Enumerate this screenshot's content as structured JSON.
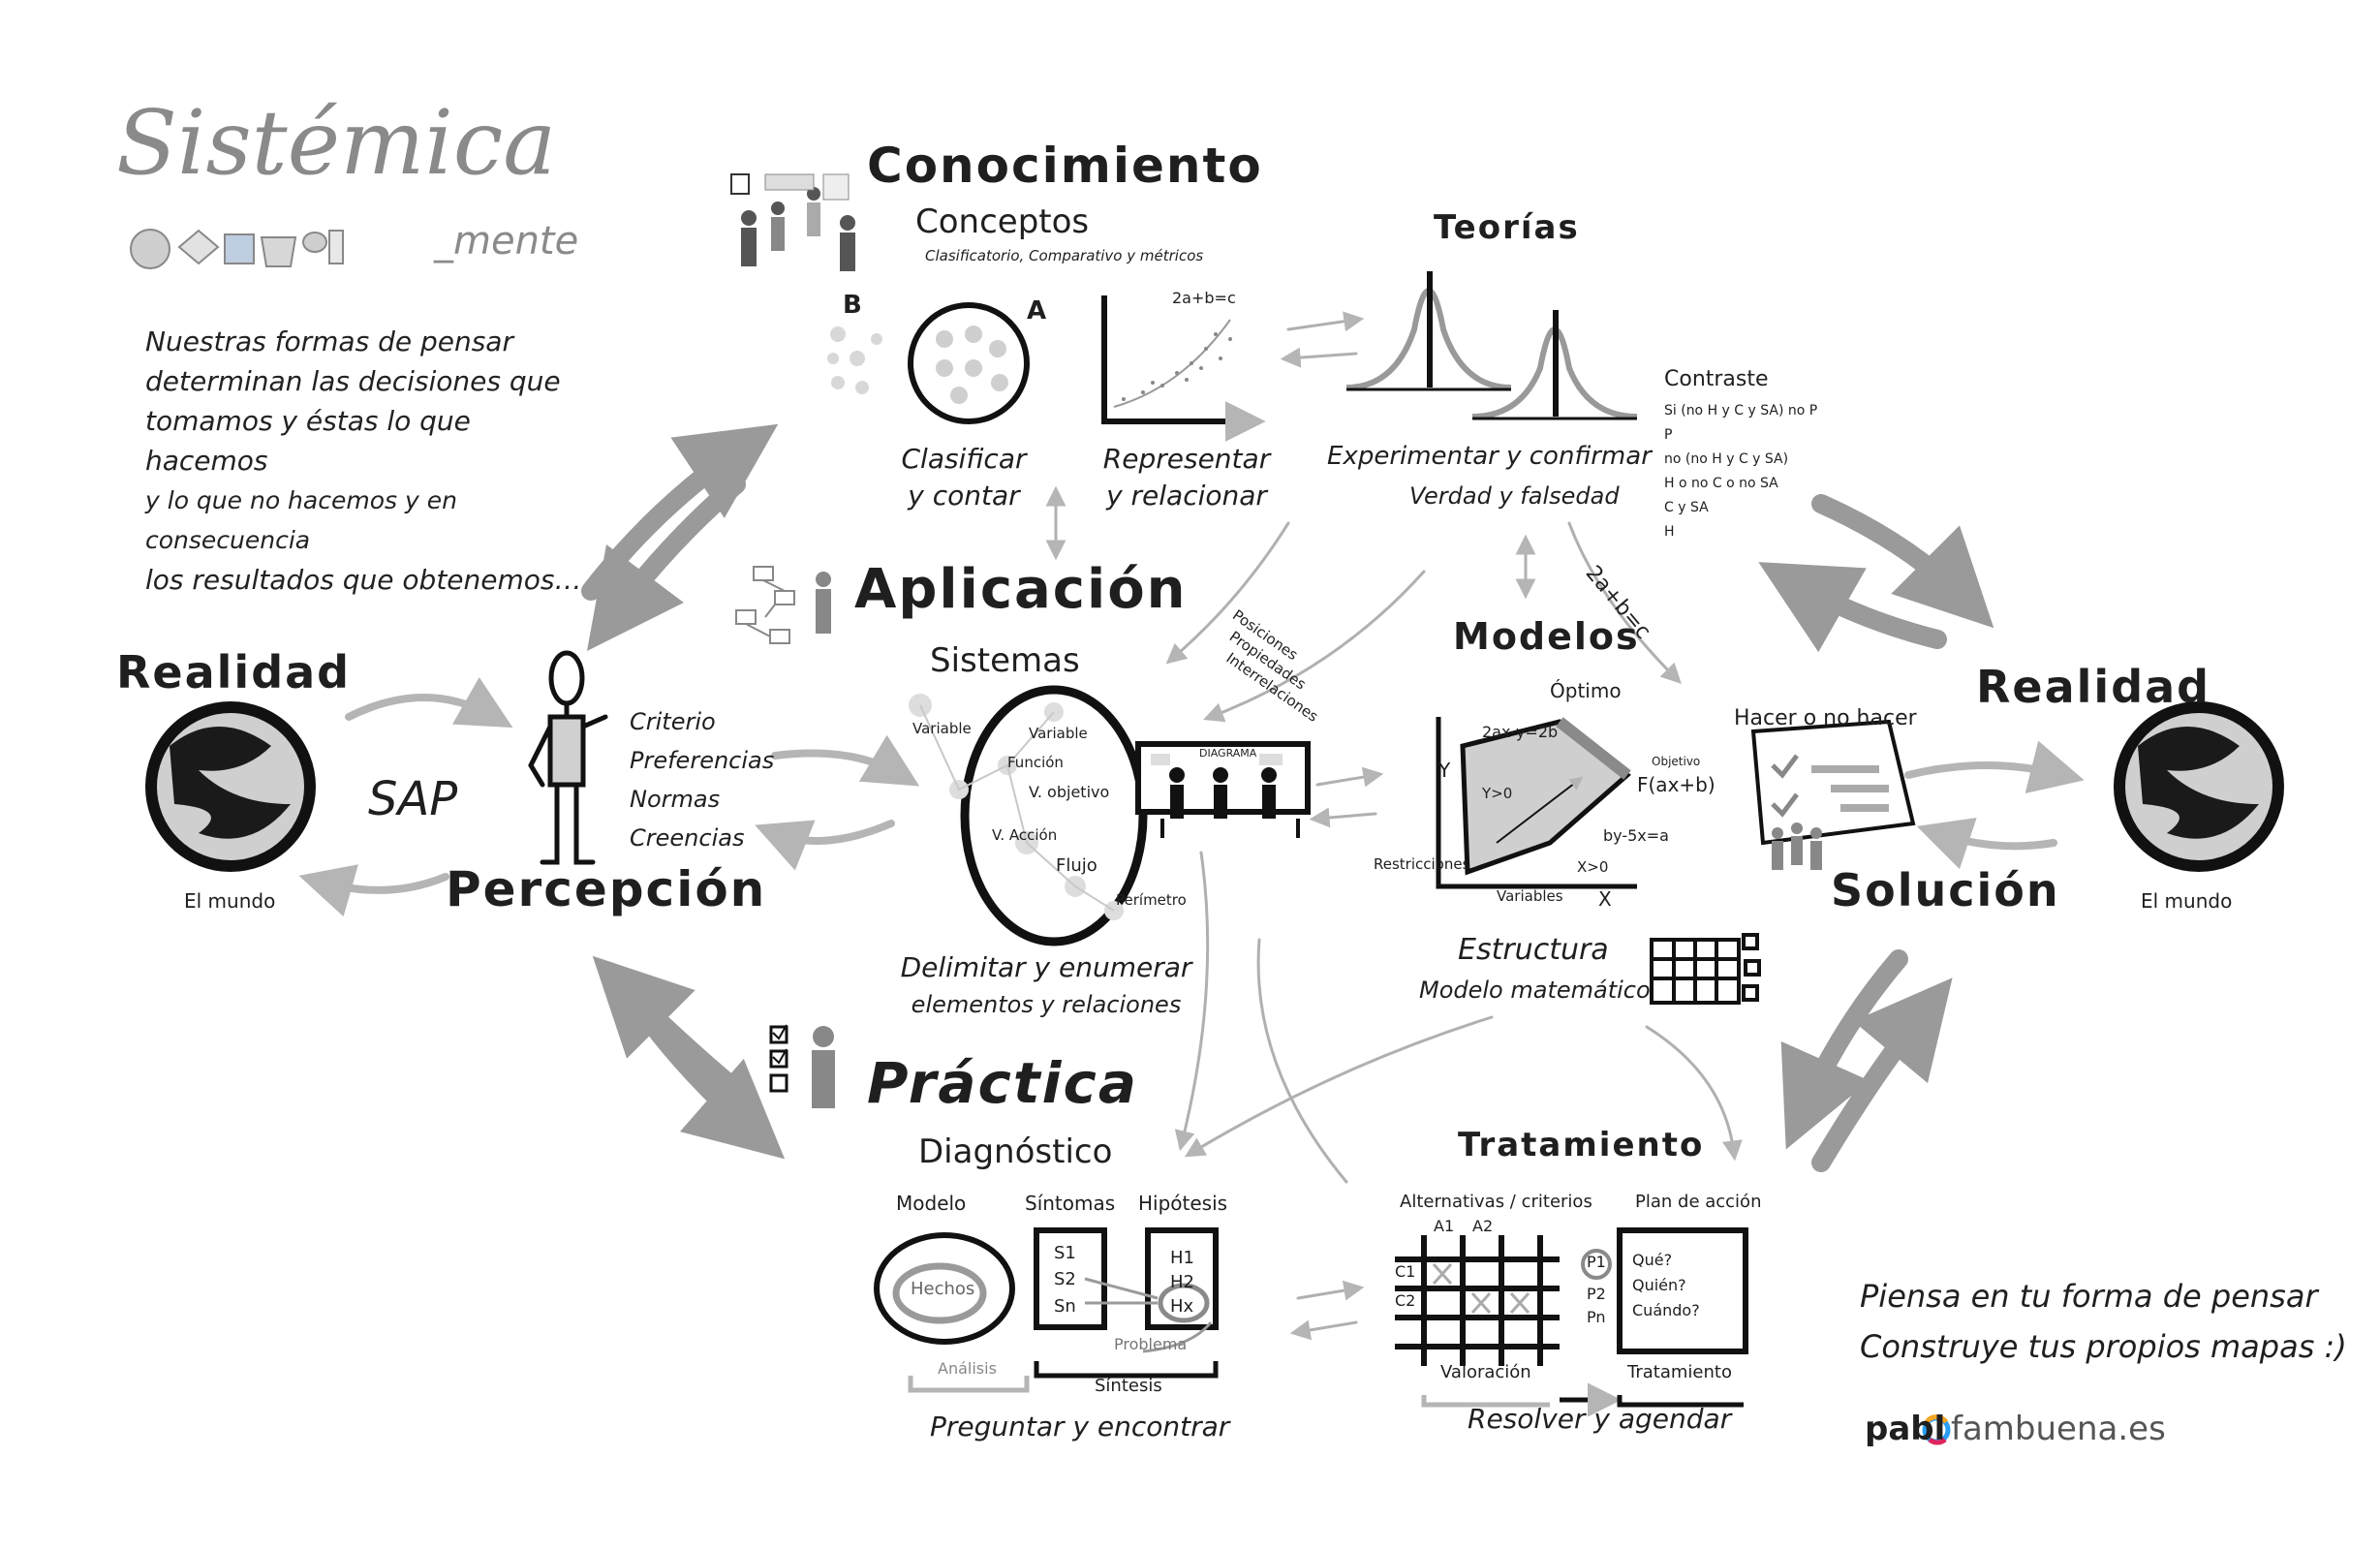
{
  "title": {
    "main": "Sistémica",
    "sub": "_mente"
  },
  "intro": {
    "lines": [
      "Nuestras formas de pensar",
      "determinan las decisiones que",
      "tomamos y éstas lo que hacemos",
      "y lo que no hacemos y en consecuencia",
      "los resultados que obtenemos…"
    ]
  },
  "left_reality": {
    "title": "Realidad",
    "caption": "El mundo",
    "sap": "SAP"
  },
  "perception": {
    "title": "Percepción",
    "items": [
      "Criterio",
      "Preferencias",
      "Normas",
      "Creencias"
    ]
  },
  "knowledge": {
    "title": "Conocimiento",
    "concepts_title": "Conceptos",
    "concepts_sub": "Clasificatorio, Comparativo y métricos",
    "set_b": "B",
    "set_a": "A",
    "equation": "2a+b=c",
    "classify": [
      "Clasificar",
      "y contar"
    ],
    "represent": [
      "Representar",
      "y relacionar"
    ],
    "theories_title": "Teorías",
    "experiment": "Experimentar y confirmar",
    "truth": "Verdad y falsedad"
  },
  "contrast": {
    "title": "Contraste",
    "items": [
      "Si (no H y C y SA) no P",
      "P",
      "no (no H y C y SA)",
      "H o no C o no SA",
      "C y SA",
      "H"
    ]
  },
  "application": {
    "title": "Aplicación",
    "systems_title": "Sistemas",
    "labels": [
      "Variable",
      "Variable",
      "Función",
      "V. objetivo",
      "V. Acción",
      "Flujo",
      "Perímetro"
    ],
    "caption": [
      "Delimitar y enumerar",
      "elementos y relaciones"
    ],
    "board_label": "DIAGRAMA",
    "diag_labels": [
      "Posiciones",
      "Propiedades",
      "Interrelaciones"
    ]
  },
  "models": {
    "title": "Modelos",
    "eq_arrow": "2a+b=c",
    "optimo": "Óptimo",
    "eq1": "2ax-y=2b",
    "objetivo": "Objetivo",
    "fx": "F(ax+b)",
    "y_axis": "Y",
    "x_axis": "X",
    "y0": "Y>0",
    "eq2": "by-5x=a",
    "x0": "X>0",
    "restr": "Restricciones",
    "vars": "Variables",
    "structure": "Estructura",
    "math_model": "Modelo matemático"
  },
  "right_reality": {
    "title": "Realidad",
    "caption": "El mundo",
    "hacer": "Hacer o no hacer",
    "solution": "Solución"
  },
  "practice": {
    "title": "Práctica",
    "diagnosis": "Diagnóstico",
    "model_col": "Modelo",
    "hechos": "Hechos",
    "symptoms_col": "Síntomas",
    "symptoms": [
      "S1",
      "S2",
      "Sn"
    ],
    "hyp_col": "Hipótesis",
    "hyp": [
      "H1",
      "H2",
      "Hx"
    ],
    "problema": "Problema",
    "analysis": "Análisis",
    "synthesis": "Síntesis",
    "caption": "Preguntar y encontrar"
  },
  "treatment": {
    "title": "Tratamiento",
    "alt_crit": "Alternativas / criterios",
    "a_cols": [
      "A1",
      "A2"
    ],
    "c_rows": [
      "C1",
      "C2"
    ],
    "priorities": [
      "P1",
      "P2",
      "Pn"
    ],
    "plan_title": "Plan de acción",
    "plan": [
      "Qué?",
      "Quién?",
      "Cuándo?"
    ],
    "valoracion": "Valoración",
    "tratamiento": "Tratamiento",
    "caption": "Resolver y agendar"
  },
  "footer": {
    "slogan": [
      "Piensa en tu forma de pensar",
      "Construye tus propios mapas :)"
    ],
    "brand_a": "pabl",
    "brand_b": "fambuena.es"
  },
  "colors": {
    "ink": "#1c1c1c",
    "grey_arrow": "#9a9a9a",
    "light_grey": "#c9c9c9",
    "brand_ring_1": "#2a9df4",
    "brand_ring_2": "#f5a623",
    "brand_ring_3": "#e0245e"
  }
}
